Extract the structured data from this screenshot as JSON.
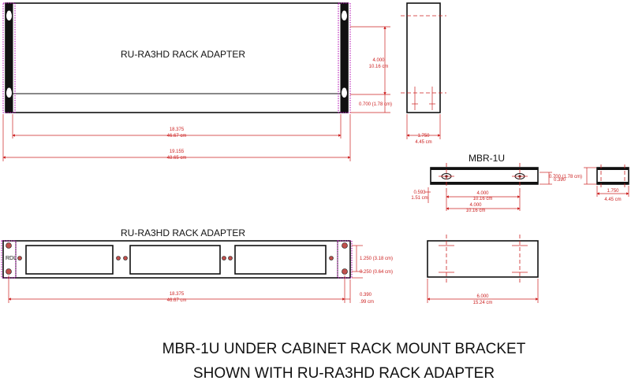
{
  "labels": {
    "top_adapter": "RU-RA3HD RACK ADAPTER",
    "mbr_small": "MBR-1U",
    "front_adapter": "RU-RA3HD RACK ADAPTER",
    "rdl_badge": "RDL"
  },
  "title": {
    "line1": "MBR-1U  UNDER CABINET RACK MOUNT BRACKET",
    "line2": "SHOWN WITH RU-RA3HD RACK ADAPTER"
  },
  "dimensions": {
    "top_height_in": "4.000",
    "top_height_cm": "10.16 cm",
    "top_lip": "0.700 (1.78 cm)",
    "top_inner_in": "18.375",
    "top_inner_cm": "46.67 cm",
    "top_overall_in": "19.155",
    "top_overall_cm": "48.65 cm",
    "side_width_in": "1.750",
    "side_width_cm": "4.45 cm",
    "mbr_right_dim": "0.390",
    "mbr_left_in": "0.593",
    "mbr_left_cm": "1.51 cm",
    "mbr_slot_in": "4.000",
    "mbr_slot_cm": "10.16 cm",
    "mbr_span_in": "4.000",
    "mbr_span_cm": "10.16 cm",
    "small_side_height": "0.700 (1.78 cm)",
    "small_side_width_in": "1.750",
    "small_side_width_cm": "4.45 cm",
    "front_height": "1.250 (3.18 cm)",
    "front_offset": "0.250 (0.64 cm)",
    "front_inner_in": "18.375",
    "front_inner_cm": "46.67 cm",
    "front_right_in": "0.390",
    "front_right_cm": ".99 cm",
    "plan_width_in": "6.000",
    "plan_width_cm": "15.24 cm"
  }
}
